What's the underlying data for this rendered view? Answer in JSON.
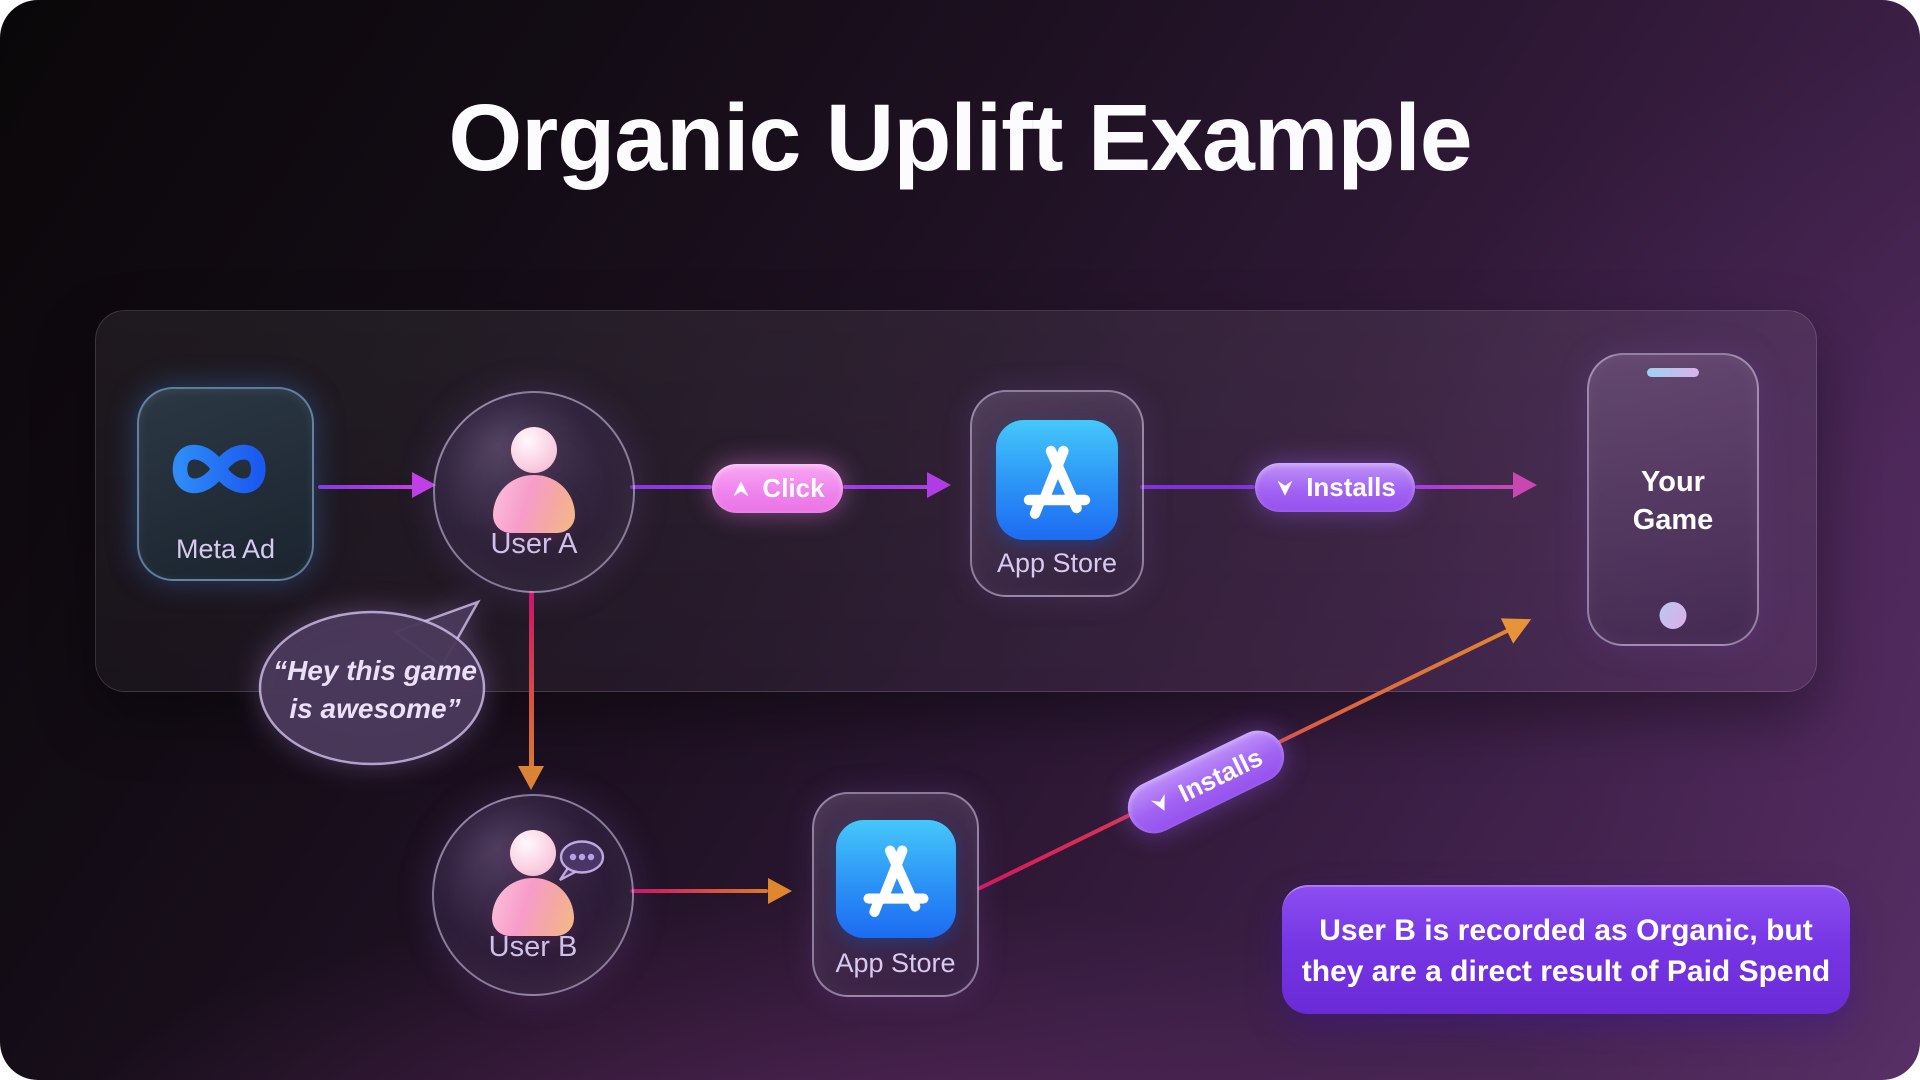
{
  "title": "Organic Uplift Example",
  "nodes": {
    "meta_ad": {
      "label": "Meta Ad"
    },
    "user_a": {
      "label": "User A"
    },
    "user_b": {
      "label": "User B"
    },
    "app_store_top": {
      "label": "App Store"
    },
    "app_store_bottom": {
      "label": "App Store"
    },
    "your_game": {
      "line1": "Your",
      "line2": "Game"
    }
  },
  "pills": {
    "click": {
      "label": "Click"
    },
    "installs_top": {
      "label": "Installs"
    },
    "installs_diagonal": {
      "label": "Installs"
    }
  },
  "speech_bubble": {
    "line1": "“Hey this game",
    "line2": "is awesome”"
  },
  "note": {
    "line1": "User B is recorded as Organic, but",
    "line2": "they are a direct result of Paid Spend"
  },
  "colors": {
    "meta_blue": "#2e8bf7",
    "app_store_blue_top": "#45c8fa",
    "app_store_blue_bottom": "#1d6bf2",
    "pill_pink": "#ef82ec",
    "pill_purple": "#a263f2",
    "note_purple": "#7636e4",
    "arrow_purple": "#8a35e0",
    "arrow_magenta": "#cc1168",
    "arrow_orange": "#e0862e",
    "arrow_pink_magenta": "#c947b2"
  }
}
